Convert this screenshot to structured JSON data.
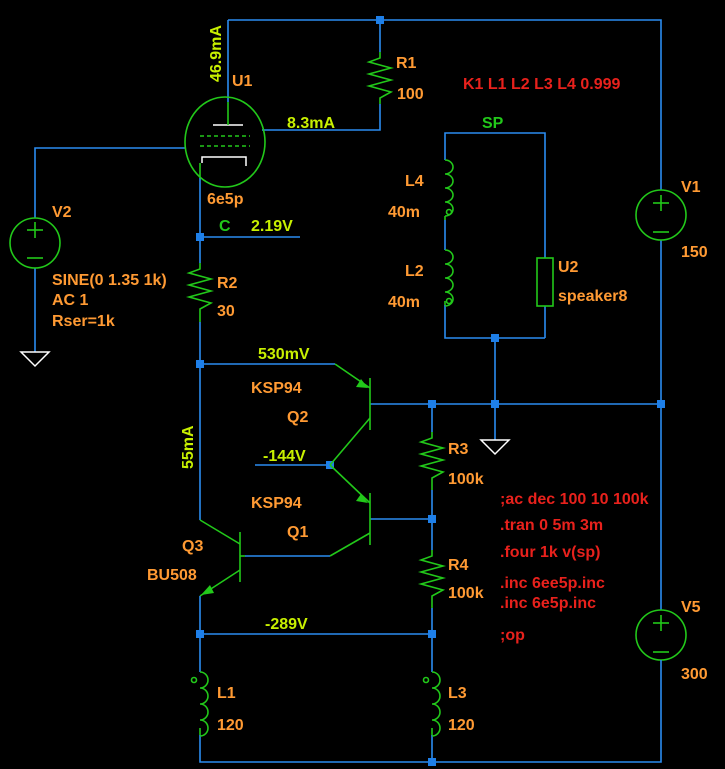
{
  "colors": {
    "background": "#000000",
    "wire": "#2b8cf0",
    "junction": "#1e7fe8",
    "component": "#22c81a",
    "ref_label": "#ff9a33",
    "directive": "#e8211c",
    "measurement": "#c8f000",
    "net_label": "#22c81a"
  },
  "components": {
    "u1": {
      "ref": "U1",
      "model": "6e5p"
    },
    "r1": {
      "ref": "R1",
      "value": "100"
    },
    "r2": {
      "ref": "R2",
      "value": "30"
    },
    "r3": {
      "ref": "R3",
      "value": "100k"
    },
    "r4": {
      "ref": "R4",
      "value": "100k"
    },
    "v1": {
      "ref": "V1",
      "value": "150"
    },
    "v2": {
      "ref": "V2",
      "line1": "SINE(0 1.35 1k)",
      "line2": "AC 1",
      "line3": "Rser=1k"
    },
    "v5": {
      "ref": "V5",
      "value": "300"
    },
    "l1": {
      "ref": "L1",
      "value": "120"
    },
    "l2": {
      "ref": "L2",
      "value": "40m"
    },
    "l3": {
      "ref": "L3",
      "value": "120"
    },
    "l4": {
      "ref": "L4",
      "value": "40m"
    },
    "q1": {
      "ref": "Q1",
      "model": "KSP94"
    },
    "q2": {
      "ref": "Q2",
      "model": "KSP94"
    },
    "q3": {
      "ref": "Q3",
      "model": "BU508"
    },
    "u2": {
      "ref": "U2",
      "model": "speaker8"
    }
  },
  "nets": {
    "cathode": "C",
    "speaker": "SP"
  },
  "measurements": {
    "plate_current": "46.9mA",
    "screen_current": "8.3mA",
    "cathode_voltage": "2.19V",
    "q2_base": "530mV",
    "q3_current": "55mA",
    "q_emitters": "-144V",
    "q3_emitter": "-289V"
  },
  "directives": {
    "coupling": "K1 L1 L2 L3 L4 0.999",
    "ac": ";ac dec 100 10 100k",
    "tran": ".tran 0 5m 3m",
    "four": ".four 1k v(sp)",
    "inc1": ".inc 6ee5p.inc",
    "inc2": ".inc 6e5p.inc",
    "op": ";op"
  }
}
